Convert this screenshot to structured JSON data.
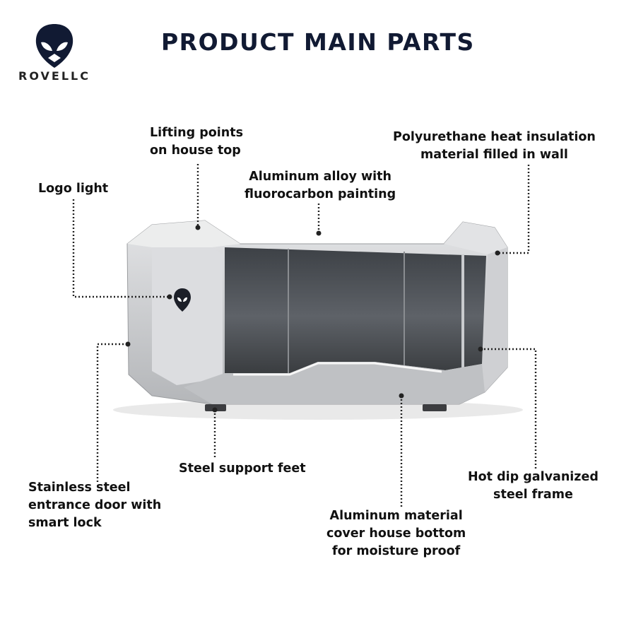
{
  "brand": {
    "name": "ROVELLC"
  },
  "title": "PRODUCT MAIN PARTS",
  "callouts": {
    "lifting_points": "Lifting points\non house top",
    "polyurethane": "Polyurethane heat insulation\nmaterial filled in wall",
    "aluminum_alloy": "Aluminum alloy with\nfluorocarbon painting",
    "logo_light": "Logo light",
    "stainless_door": "Stainless steel\nentrance door with\nsmart lock",
    "support_feet": "Steel support feet",
    "galvanized_frame": "Hot dip galvanized\nsteel frame",
    "aluminum_bottom": "Aluminum material\ncover house bottom\nfor moisture proof"
  },
  "colors": {
    "title": "#111a33",
    "shell": "#c8cacd",
    "glass": "#4d5156",
    "leader": "#222222"
  }
}
